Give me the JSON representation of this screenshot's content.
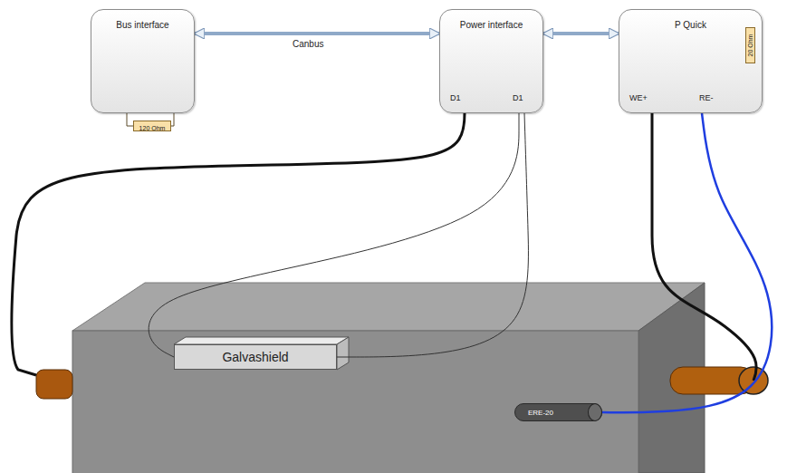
{
  "diagram": {
    "nodes": [
      {
        "text": [
          "Bus interface"
        ]
      },
      {
        "text": [
          "Power interface"
        ]
      },
      {
        "text": [
          "P Quick"
        ]
      },
      {
        "text": [
          "20 Ohm"
        ],
        "in": 2
      },
      {
        "text": [
          "120 Ohm"
        ]
      },
      {
        "text": [
          "Galvashield"
        ]
      },
      {
        "text": [
          "ERE-20"
        ]
      }
    ],
    "edges": [
      {
        "from": 0,
        "to": 1,
        "label": "Canbus",
        "arrow": "both"
      },
      {
        "from": 1,
        "to": 2,
        "arrow": "both"
      },
      {
        "from": 0,
        "to": 4,
        "arrow": "none"
      },
      {
        "from": 2,
        "to": 3,
        "arrow": "none"
      },
      {
        "from": 1,
        "to": 5,
        "arrow": "none"
      },
      {
        "from": 1,
        "to": 5,
        "arrow": "none"
      },
      {
        "from": 2,
        "to": 6,
        "arrow": "none"
      }
    ],
    "labels": [
      "D1",
      "D1",
      "WE+",
      "RE-"
    ]
  }
}
